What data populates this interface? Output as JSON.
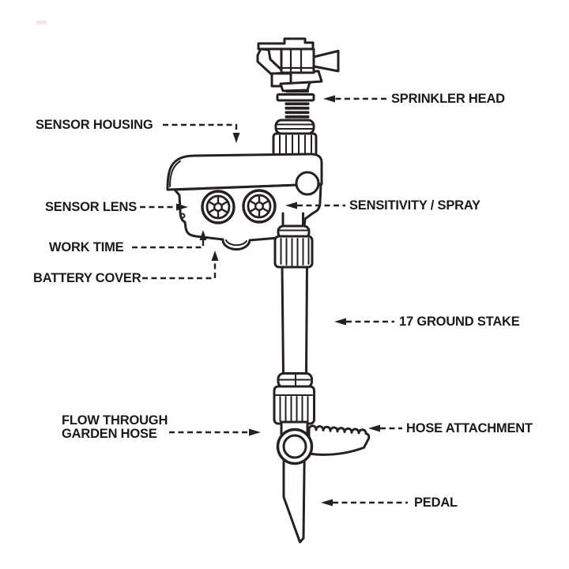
{
  "figure": {
    "type": "labeled-parts-diagram",
    "colors": {
      "ink": "#262020",
      "text": "#1c1917",
      "background": "#ffffff"
    }
  },
  "labels": {
    "sprinkler_head": "SPRINKLER HEAD",
    "sensor_housing": "SENSOR HOUSING",
    "sensor_lens": "SENSOR LENS",
    "work_time": "WORK TIME",
    "battery_cover": "BATTERY COVER",
    "sensitivity_spray": "SENSITIVITY / SPRAY",
    "ground_stake": "17 GROUND STAKE",
    "flow_through_line1": "FLOW THROUGH",
    "flow_through_line2": "GARDEN HOSE",
    "hose_attachment": "HOSE ATTACHMENT",
    "pedal": "PEDAL"
  }
}
